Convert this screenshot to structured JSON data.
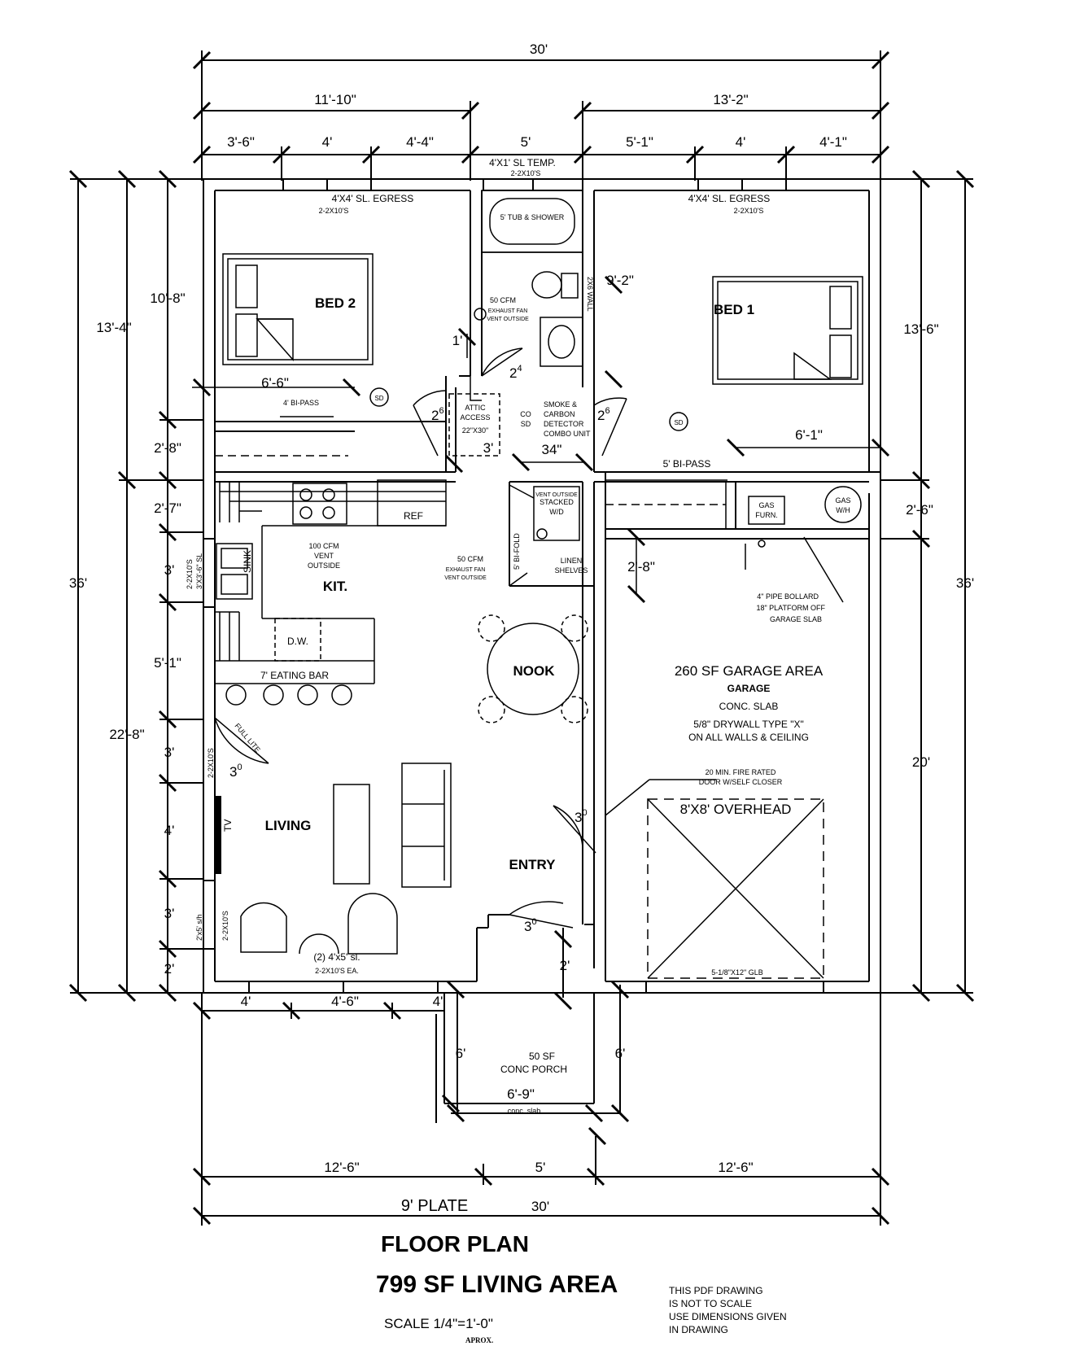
{
  "dims": {
    "top_overall": "30'",
    "top_left": "11'-10\"",
    "top_right": "13'-2\"",
    "top_seg": [
      "3'-6\"",
      "4'",
      "4'-4\"",
      "5'",
      "5'-1\"",
      "4'",
      "4'-1\""
    ],
    "left_outer": "36'",
    "left_mid": [
      "13'-4\"",
      "22'-8\""
    ],
    "left_inner": [
      "10'-8\"",
      "2'-8\"",
      "2'-7\"",
      "3'",
      "5'-1\"",
      "3'",
      "4'",
      "3'",
      "2'"
    ],
    "right_outer": "36'",
    "right_mid": [
      "13'-6\"",
      "20'"
    ],
    "right_inner": [
      "2'-6\""
    ],
    "bed2_width": "6'-6\"",
    "bed1_width": "6'-1\"",
    "bath_height": "9'-2\"",
    "one_ft": "1'",
    "hall_width": "3'",
    "hall_door": "34\"",
    "laundry_gap": "2'-8\"",
    "bottom_seg": [
      "4'",
      "4'-6\"",
      "4'"
    ],
    "porch_sides": [
      "6'",
      "6'"
    ],
    "porch_width": "6'-9\"",
    "porch_step": "2'",
    "bottom_three": [
      "12'-6\"",
      "5'",
      "12'-6\""
    ],
    "bottom_overall": "30'",
    "plate": "9'  PLATE"
  },
  "labels": {
    "bed2_window": "4'X4' SL. EGRESS",
    "bed2_window_hdr": "2-2X10'S",
    "bath_window": "4'X1' SL TEMP.",
    "bath_window_hdr": "2-2X10'S",
    "bed1_window": "4'X4' SL. EGRESS",
    "bed1_window_hdr": "2-2X10'S",
    "tub": "5' TUB & SHOWER",
    "bath_fan": "50 CFM",
    "bath_fan_note1": "EXHAUST FAN",
    "bath_fan_note2": "VENT OUTSIDE",
    "wall_2x6": "2X6 WALL",
    "bed2": "BED 2",
    "bed1": "BED 1",
    "bed2_closet": "4' BI-PASS",
    "bed1_closet": "5' BI-PASS",
    "sd": "SD",
    "attic1": "ATTIC",
    "attic2": "ACCESS",
    "attic3": "22\"X30\"",
    "co1": "CO",
    "co2": "SD",
    "smoke1": "SMOKE &",
    "smoke2": "CARBON",
    "smoke3": "DETECTOR",
    "smoke4": "COMBO UNIT",
    "door_24": "2",
    "door_24_sup": "4",
    "door_26": "2",
    "door_26_sup": "6",
    "door_30": "3",
    "door_30_sup": "0",
    "ref": "REF",
    "hood1": "100 CFM",
    "hood2": "VENT",
    "hood3": "OUTSIDE",
    "sink": "SINK",
    "kitchen": "KIT.",
    "kit_window1": "2-2X10'S",
    "kit_window2": "3'X3'-6\" SL",
    "dw": "D.W.",
    "eating_bar": "7' EATING BAR",
    "bifold": "5' BI-FOLD",
    "wd1": "VENT OUTSIDE",
    "wd2": "STACKED",
    "wd3": "W/D",
    "lfan1": "50 CFM",
    "lfan2": "EXHAUST FAN",
    "lfan3": "VENT OUTSIDE",
    "linen1": "LINEN",
    "linen2": "SHELVES",
    "nook": "NOOK",
    "full_lite": "FULL LITE",
    "liv_hdr1": "2-2X10'S",
    "liv_hdr2": "2-2X10'S",
    "liv_window": "2'x5' s/h",
    "tv": "TV",
    "living": "LIVING",
    "entry": "ENTRY",
    "slider1": "(2)  4'x5'  sl.",
    "slider2": "2-2X10'S EA.",
    "gas_furn1": "GAS",
    "gas_furn2": "FURN.",
    "gas_wh1": "GAS",
    "gas_wh2": "W/H",
    "bollard1": "4\" PIPE BOLLARD",
    "bollard2": "18\" PLATFORM OFF",
    "bollard3": "GARAGE SLAB",
    "garage_area": "260  SF  GARAGE AREA",
    "garage": "GARAGE",
    "conc_slab": "CONC. SLAB",
    "drywall1": "5/8\" DRYWALL TYPE \"X\"",
    "drywall2": "ON ALL WALLS & CEILING",
    "fire1": "20 MIN. FIRE RATED",
    "fire2": "DOOR W/SELF CLOSER",
    "overhead": "8'X8'  OVERHEAD",
    "glb": "5-1/8\"X12\" GLB",
    "porch1": "50 SF",
    "porch2": "CONC PORCH",
    "porch_slab": "conc. slab"
  },
  "title": {
    "line1": "FLOOR PLAN",
    "line2": "799 SF LIVING AREA",
    "scale": "SCALE    1/4\"=1'-0\"",
    "aprox": "APROX.",
    "note": [
      "THIS PDF DRAWING",
      "IS NOT TO SCALE",
      "USE DIMENSIONS GIVEN",
      "IN DRAWING"
    ]
  }
}
